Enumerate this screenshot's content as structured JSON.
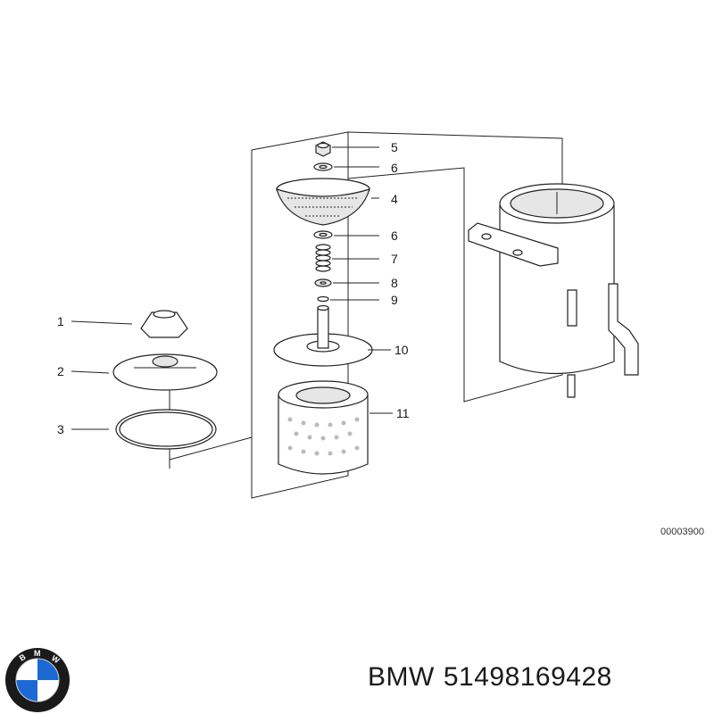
{
  "callouts": {
    "c1": "1",
    "c2": "2",
    "c3": "3",
    "c4": "4",
    "c5": "5",
    "c6a": "6",
    "c6b": "6",
    "c7": "7",
    "c8": "8",
    "c9": "9",
    "c10": "10",
    "c11": "11"
  },
  "diagram_ref": "00003900",
  "caption": {
    "brand": "BMW",
    "part_number": "51498169428"
  },
  "logo": {
    "letters": "BMW",
    "colors": {
      "blue": "#1c69d4",
      "white": "#ffffff",
      "ring": "#1a1a1a"
    }
  }
}
